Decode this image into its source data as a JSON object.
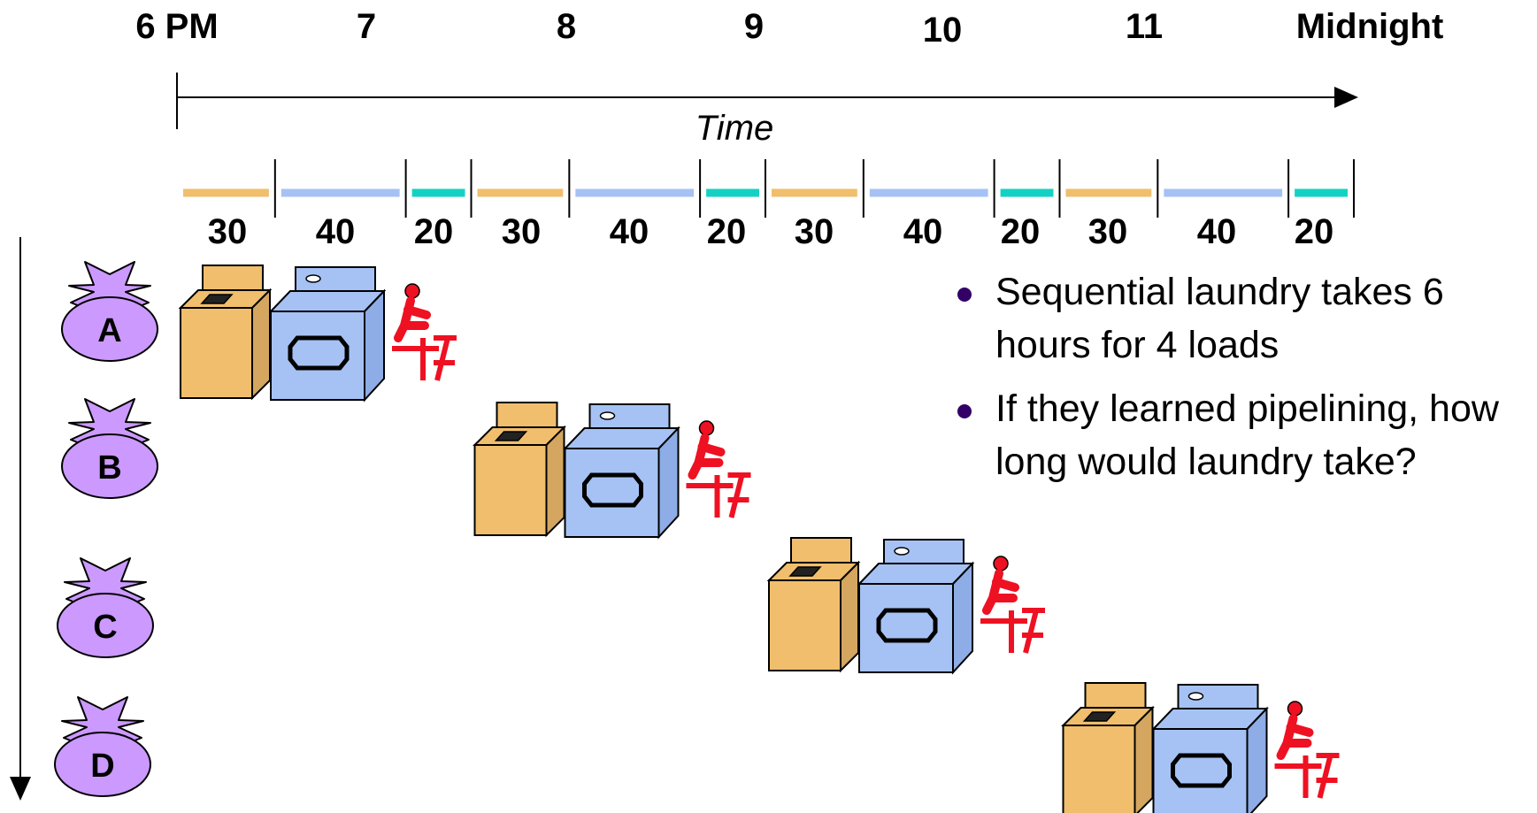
{
  "timeline": {
    "hours": [
      "6 PM",
      "7",
      "8",
      "9",
      "10",
      "11",
      "Midnight"
    ],
    "axis_label": "Time",
    "stage_durations": [
      "30",
      "40",
      "20",
      "30",
      "40",
      "20",
      "30",
      "40",
      "20",
      "30",
      "40",
      "20"
    ]
  },
  "loads": [
    "A",
    "B",
    "C",
    "D"
  ],
  "bullets": [
    "Sequential laundry takes 6 hours for 4 loads",
    "If they learned pipelining, how long would  laundry take?"
  ],
  "colors": {
    "wash": "#F0BE6C",
    "dry": "#A6C2F4",
    "fold": "#14D2C3",
    "bag": "#CC99FF",
    "folder": "#EE1122",
    "bullet": "#330066"
  }
}
